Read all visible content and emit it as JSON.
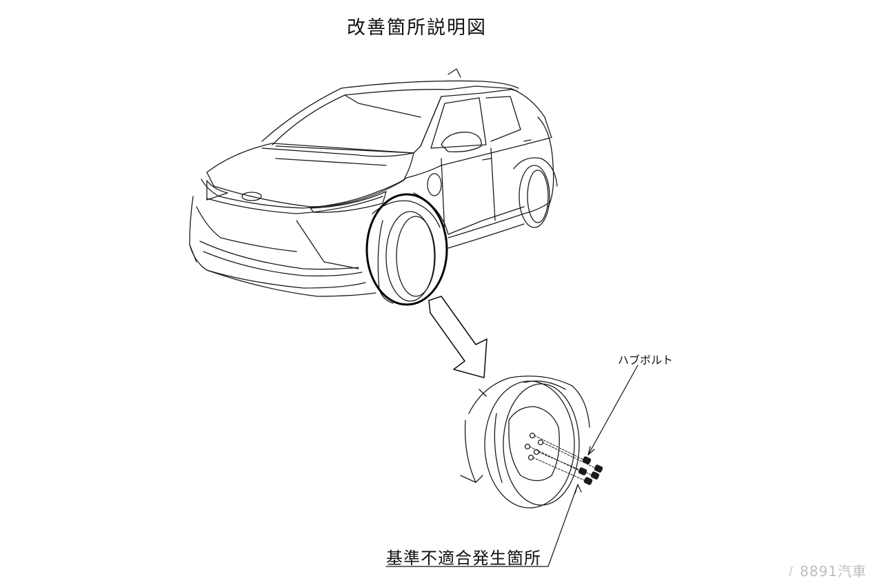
{
  "title": "改善箇所説明図",
  "labels": {
    "hub_bolt": "ハブボルト",
    "nonconformity_site": "基準不適合発生箇所"
  },
  "watermark": "8891汽車",
  "colors": {
    "line": "#1a1a1a",
    "watermark": "#bdbdbd"
  }
}
